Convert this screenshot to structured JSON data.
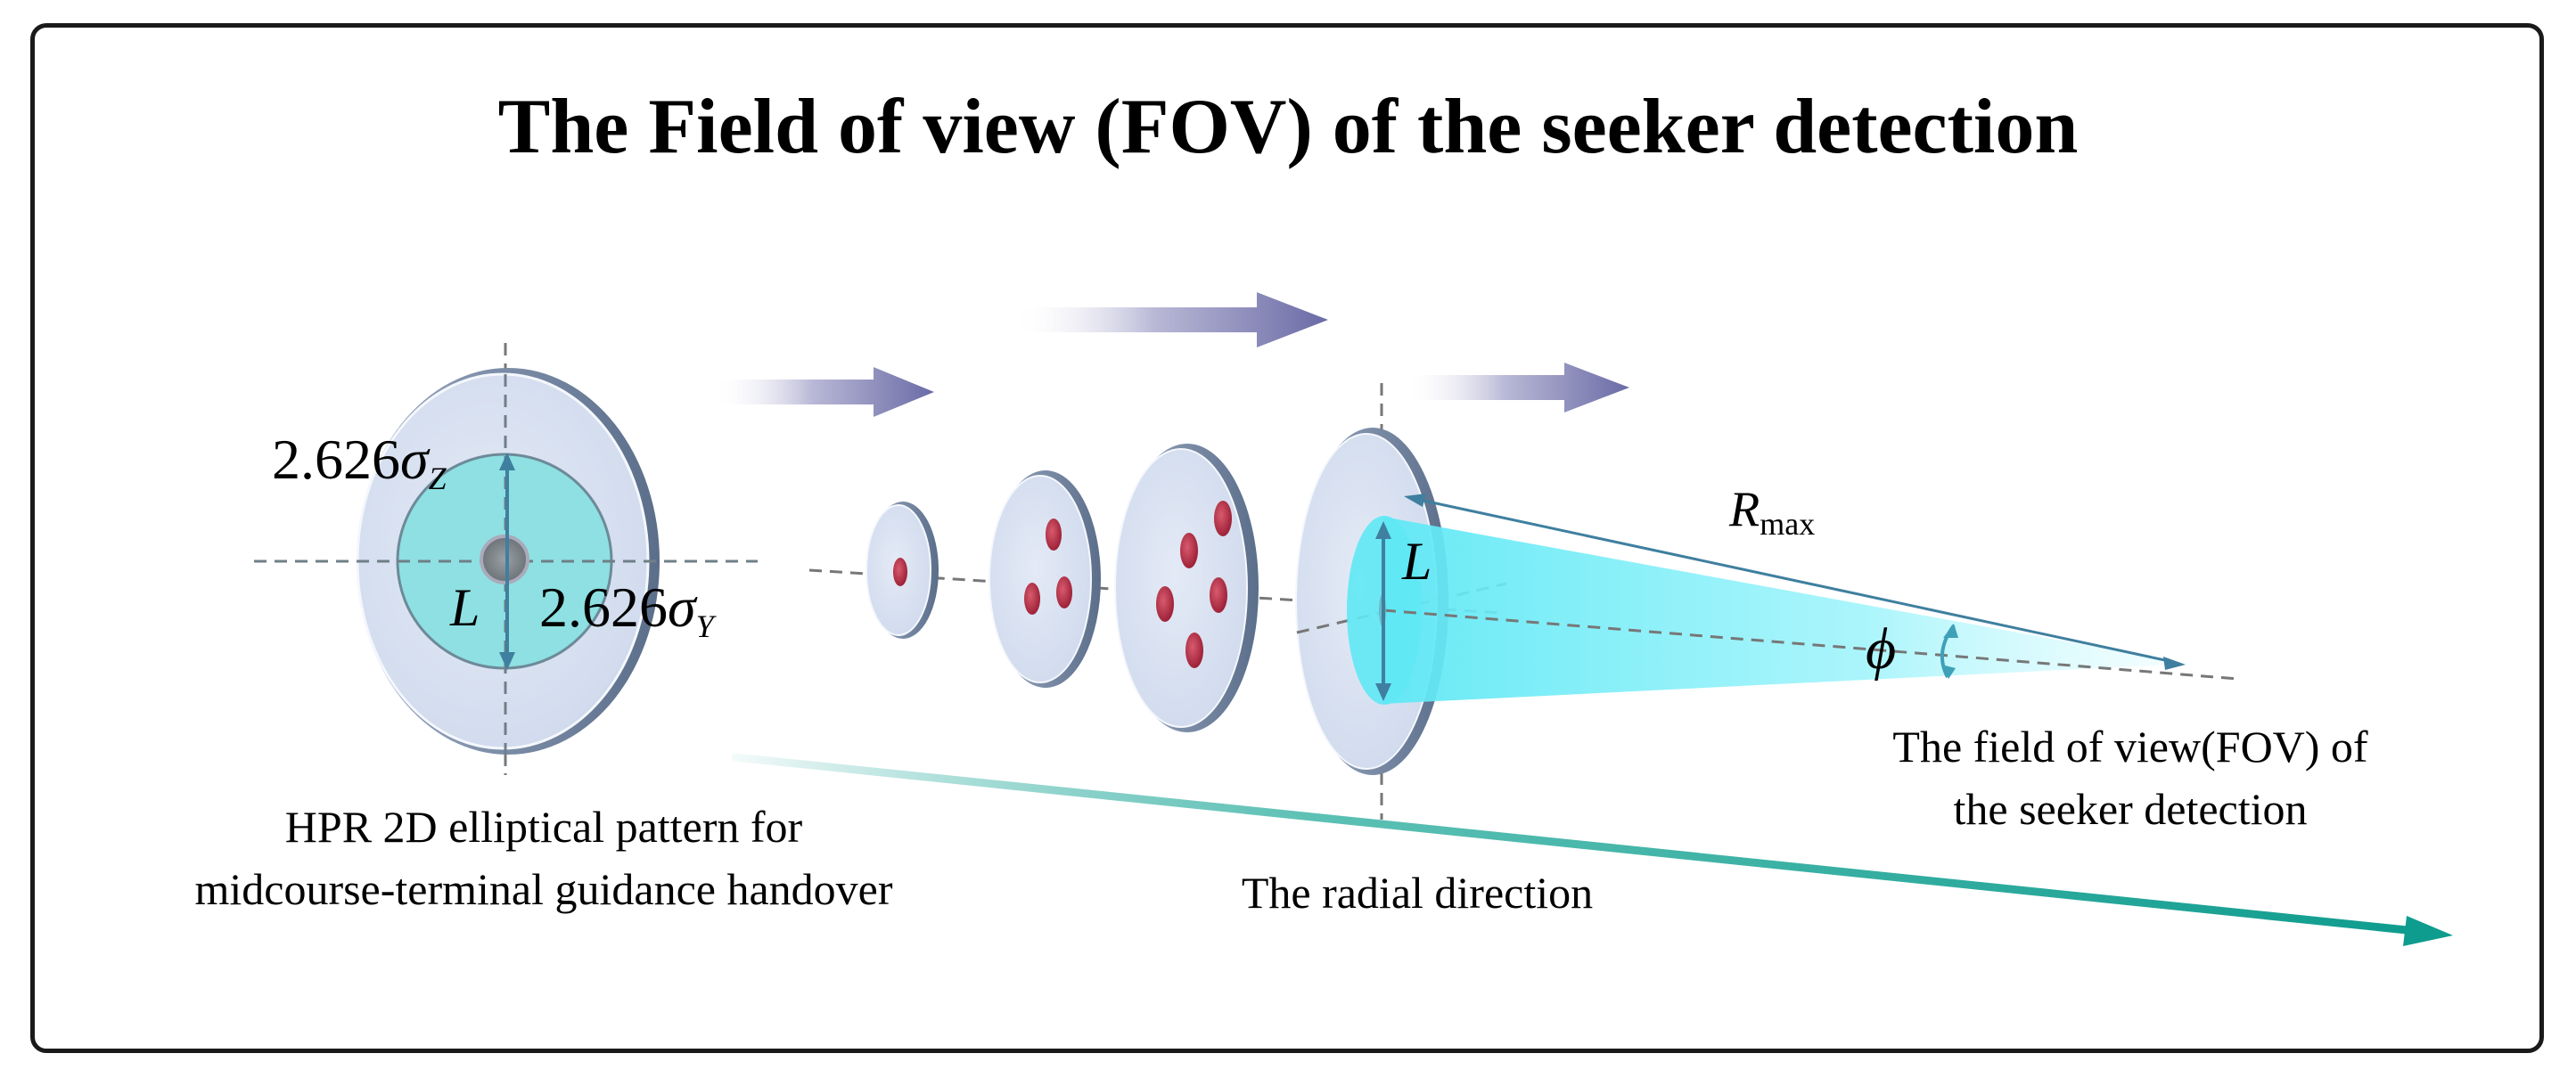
{
  "title": "The Field of view (FOV) of the seeker detection",
  "labels": {
    "sigma_z_coef": "2.626",
    "sigma_y_coef": "2.626",
    "sigma_symbol": "σ",
    "sub_z": "Z",
    "sub_y": "Y",
    "L_left": "L",
    "L_right": "L",
    "R": "R",
    "R_sub": "max",
    "phi": "ϕ"
  },
  "captions": {
    "hpr_line1": "HPR 2D elliptical pattern for",
    "hpr_line2": "midcourse-terminal guidance handover",
    "radial": "The radial direction",
    "fov_line1": "The field of view(FOV) of",
    "fov_line2": "the seeker detection"
  },
  "colors": {
    "disk_fill": "#dbe3f2",
    "disk_rim": "#4a5f7a",
    "core_fill": "#8ee0e2",
    "target_red": "#b8334a",
    "arrow_purple": "#6f70aa",
    "radial_arrow": "#17a396",
    "cone": "#5fe8f5",
    "dim_line": "#3f7f9f"
  }
}
